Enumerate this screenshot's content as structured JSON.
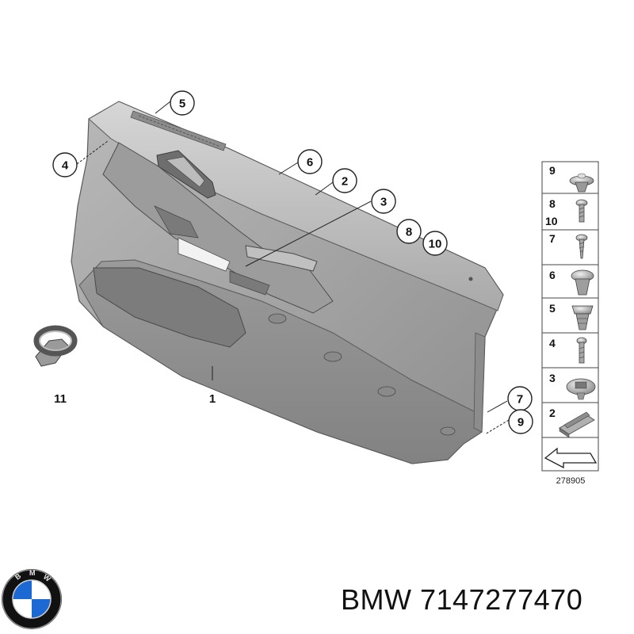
{
  "callouts": {
    "c1": "1",
    "c2": "2",
    "c3": "3",
    "c4": "4",
    "c5": "5",
    "c6": "6",
    "c7": "7",
    "c8": "8",
    "c9": "9",
    "c10": "10",
    "c11": "11"
  },
  "parts_table": {
    "rows": [
      "9",
      "8",
      "10",
      "7",
      "6",
      "5",
      "4",
      "3",
      "2"
    ]
  },
  "reference_number": "278905",
  "caption": {
    "brand": "BMW",
    "part_number": "7147277470"
  },
  "logo": {
    "letters": "BMW",
    "colors": {
      "blue": "#1c69d4",
      "ring": "#111111",
      "silver": "#d8d8d8"
    }
  }
}
